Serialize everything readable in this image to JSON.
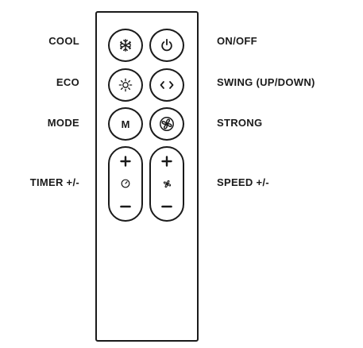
{
  "labels": {
    "cool": "COOL",
    "eco": "ECO",
    "mode": "MODE",
    "timer": "TIMER +/-",
    "on_off": "ON/OFF",
    "swing": "SWING (UP/DOWN)",
    "strong": "STRONG",
    "speed": "SPEED +/-"
  },
  "buttons": {
    "cool": {
      "icon": "snowflake-icon"
    },
    "power": {
      "icon": "power-icon"
    },
    "eco": {
      "icon": "sun-icon"
    },
    "swing": {
      "icon": "swing-arrows-icon"
    },
    "mode": {
      "icon": "mode-m-icon",
      "glyph": "M"
    },
    "strong": {
      "icon": "fan-circle-icon"
    },
    "timer": {
      "icons": [
        "plus-icon",
        "clock-icon",
        "minus-icon"
      ]
    },
    "speed": {
      "icons": [
        "plus-icon",
        "fan-icon",
        "minus-icon"
      ]
    }
  },
  "colors": {
    "stroke": "#1a1a1a",
    "background": "#ffffff"
  }
}
